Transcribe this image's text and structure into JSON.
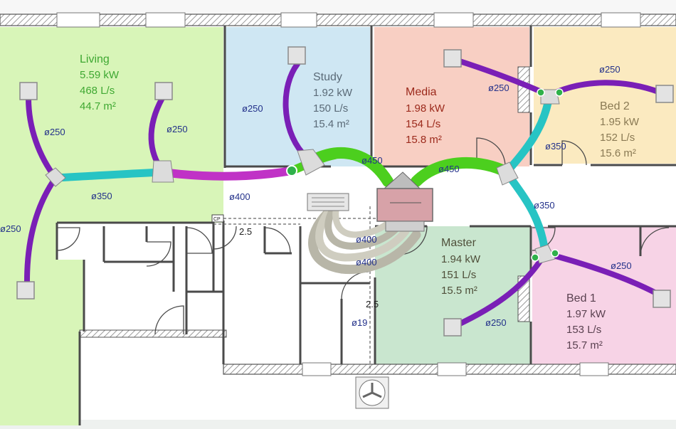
{
  "rooms": {
    "living": {
      "name": "Living",
      "kw": "5.59 kW",
      "flow": "468 L/s",
      "area": "44.7 m²"
    },
    "study": {
      "name": "Study",
      "kw": "1.92 kW",
      "flow": "150 L/s",
      "area": "15.4 m²"
    },
    "media": {
      "name": "Media",
      "kw": "1.98 kW",
      "flow": "154 L/s",
      "area": "15.8 m²"
    },
    "bed2": {
      "name": "Bed 2",
      "kw": "1.95 kW",
      "flow": "152 L/s",
      "area": "15.6 m²"
    },
    "master": {
      "name": "Master",
      "kw": "1.94 kW",
      "flow": "151 L/s",
      "area": "15.5 m²"
    },
    "bed1": {
      "name": "Bed 1",
      "kw": "1.97 kW",
      "flow": "153 L/s",
      "area": "15.7 m²"
    }
  },
  "duct_labels": {
    "living_left_upper": "ø250",
    "living_right": "ø250",
    "living_left_lower": "ø250",
    "living_trunk": "ø350",
    "main_trunk_left": "ø400",
    "study": "ø250",
    "trunk_450_left": "ø450",
    "trunk_450_right": "ø450",
    "media": "ø250",
    "bed2": "ø250",
    "bed2_branch": "ø350",
    "right_trunk": "ø350",
    "bed1": "ø250",
    "master": "ø250",
    "return_upper": "ø400",
    "return_lower": "ø400",
    "return_small": "ø19"
  },
  "dimensions": {
    "left": "2.5",
    "right": "2.5"
  },
  "markers": {
    "cp": "CP"
  },
  "colors": {
    "living": "#d8f5b8",
    "study": "#cfe7f3",
    "media": "#f8cfc3",
    "bed2": "#fbeac0",
    "master": "#c9e6cf",
    "bed1": "#f7d3e6",
    "duct_250": "#7a1fb6",
    "duct_350": "#27c4c4",
    "duct_400": "#c032c6",
    "duct_450": "#4ccf1e",
    "wall": "#555555"
  }
}
